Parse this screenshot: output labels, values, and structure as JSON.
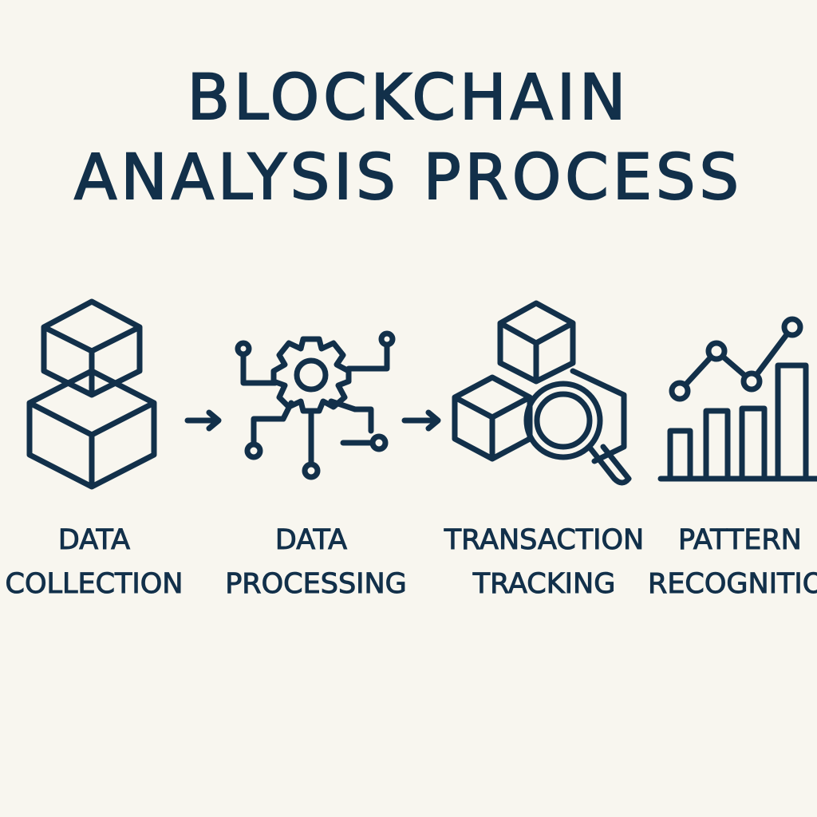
{
  "title": {
    "line1": "BLOCKCHAIN",
    "line2": "ANALYSIS PROCESS"
  },
  "steps": [
    {
      "line1": "DATA",
      "line2": "COLLECTION",
      "icon": "stacked-cubes-icon"
    },
    {
      "line1": "DATA",
      "line2": "PROCESSING",
      "icon": "gear-circuit-icon"
    },
    {
      "line1": "TRANSACTION",
      "line2": "TRACKING",
      "icon": "cubes-magnifier-icon"
    },
    {
      "line1": "PATTERN",
      "line2": "RECOGNITION",
      "icon": "bar-line-chart-icon"
    }
  ],
  "colors": {
    "ink": "#12304a",
    "background": "#f8f6ef"
  }
}
